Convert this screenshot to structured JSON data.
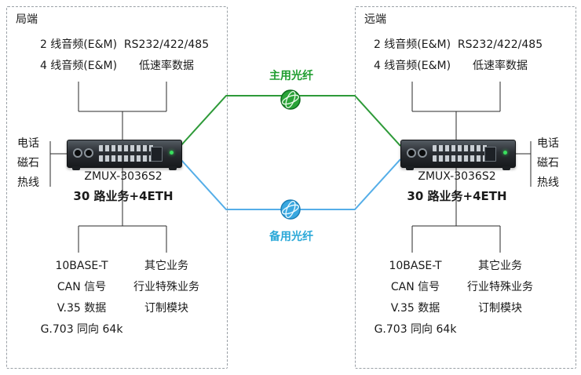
{
  "left": {
    "title": "局端",
    "top_col1": [
      "2 线音频(E&M)",
      "4 线音频(E&M)"
    ],
    "top_col2": [
      "RS232/422/485",
      "低速率数据"
    ],
    "model": "ZMUX-3036S2",
    "caption": "30 路业务+4ETH",
    "side_labels": [
      "电话",
      "磁石",
      "热线"
    ],
    "bottom_col1": [
      "10BASE-T",
      "CAN 信号",
      "V.35 数据",
      "G.703 同向 64k"
    ],
    "bottom_col2": [
      "其它业务",
      "行业特殊业务",
      "订制模块"
    ]
  },
  "right": {
    "title": "远端",
    "top_col1": [
      "2 线音频(E&M)",
      "4 线音频(E&M)"
    ],
    "top_col2": [
      "RS232/422/485",
      "低速率数据"
    ],
    "model": "ZMUX-3036S2",
    "caption": "30 路业务+4ETH",
    "side_labels": [
      "电话",
      "磁石",
      "热线"
    ],
    "bottom_col1": [
      "10BASE-T",
      "CAN 信号",
      "V.35 数据",
      "G.703 同向 64k"
    ],
    "bottom_col2": [
      "其它业务",
      "行业特殊业务",
      "订制模块"
    ]
  },
  "fibers": {
    "main": {
      "label": "主用光纤",
      "color": "#1f9d2f",
      "line_color": "#2e9a39"
    },
    "backup": {
      "label": "备用光纤",
      "color": "#2aa8d8",
      "line_color": "#55aee8"
    }
  },
  "line_color": "#2a2a2a"
}
